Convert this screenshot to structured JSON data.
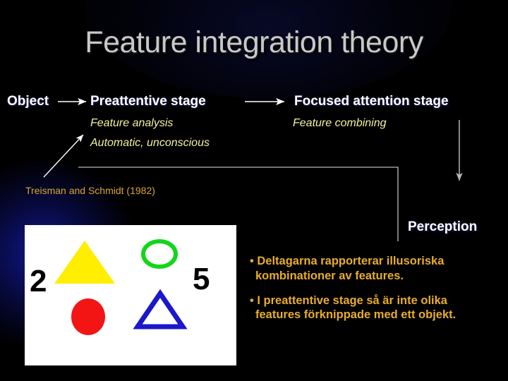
{
  "slide": {
    "title": "Feature integration theory",
    "background_color": "#000000",
    "accent_glow_color": "#121896"
  },
  "flow": {
    "stages": [
      {
        "id": "object",
        "label": "Object"
      },
      {
        "id": "preattentive",
        "label": "Preattentive stage"
      },
      {
        "id": "focused",
        "label": "Focused attention stage"
      }
    ],
    "sub_labels": {
      "feature_analysis": "Feature analysis",
      "automatic_unconscious": "Automatic, unconscious",
      "feature_combining": "Feature combining"
    },
    "arrow_object_to_preattentive": "right-arrow",
    "arrow_preattentive_to_focused": "right-arrow",
    "arrow_focused_to_perception": "down-arrow",
    "arrow_citation_to_automatic": "diagonal-up-right-arrow",
    "feedback_path": "elbow-line",
    "perception_label": "Perception",
    "citation": "Treisman and Schmidt (1982)",
    "header_color": "#ffffff",
    "sub_color": "#f2f2a0",
    "citation_color": "#d8a830",
    "connector_color": "#b5b5b5"
  },
  "shape_panel": {
    "background_color": "#ffffff",
    "digits": [
      {
        "name": "digit-2",
        "text": "2",
        "color": "#000000"
      },
      {
        "name": "digit-5",
        "text": "5",
        "color": "#000000"
      }
    ],
    "shapes": [
      {
        "name": "yellow-filled-triangle",
        "kind": "triangle",
        "fill": "#ffee00",
        "outline": false
      },
      {
        "name": "green-circle-outline",
        "kind": "circle",
        "fill": "#13d61a",
        "outline": true
      },
      {
        "name": "red-filled-circle",
        "kind": "circle",
        "fill": "#f31414",
        "outline": false
      },
      {
        "name": "blue-triangle-outline",
        "kind": "triangle",
        "fill": "#1a17cc",
        "outline": true
      }
    ]
  },
  "bullets": {
    "color": "#e8ad2c",
    "items": [
      "• Deltagarna rapporterar illusoriska kombinationer av features.",
      "• I preattentive stage så är inte olika features förknippade med ett objekt."
    ]
  }
}
